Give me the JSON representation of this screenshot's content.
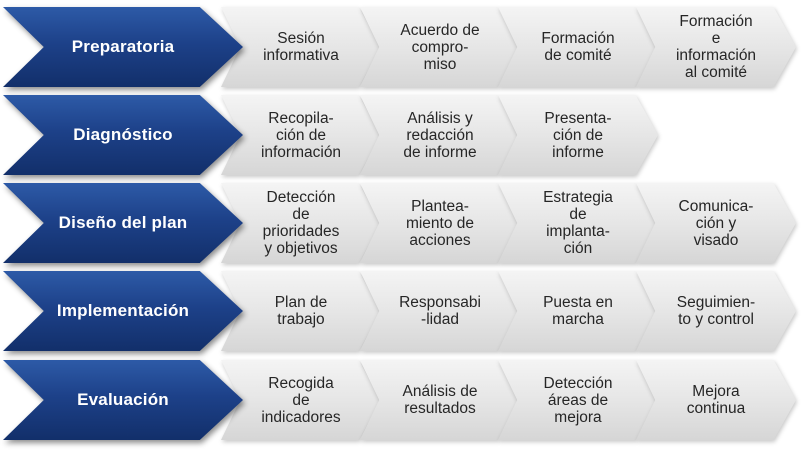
{
  "phases": [
    {
      "label": "Preparatoria",
      "steps": [
        "Sesión\ninformativa",
        "Acuerdo de\ncompro-\nmiso",
        "Formación\nde comité",
        "Formación\ne\ninformación\nal comité"
      ]
    },
    {
      "label": "Diagnóstico",
      "steps": [
        "Recopila-\nción de\ninformación",
        "Análisis y\nredacción\nde informe",
        "Presenta-\nción de\ninforme"
      ]
    },
    {
      "label": "Diseño del plan",
      "steps": [
        "Detección\nde\nprioridades\ny objetivos",
        "Plantea-\nmiento de\nacciones",
        "Estrategia\nde\nimplanta-\nción",
        "Comunica-\nción y\nvisado"
      ]
    },
    {
      "label": "Implementación",
      "steps": [
        "Plan de\ntrabajo",
        "Responsabi\n-lidad",
        "Puesta en\nmarcha",
        "Seguimien-\nto y control"
      ]
    },
    {
      "label": "Evaluación",
      "steps": [
        "Recogida\nde\nindicadores",
        "Análisis de\nresultados",
        "Detección\náreas de\nmejora",
        "Mejora\ncontinua"
      ]
    }
  ]
}
